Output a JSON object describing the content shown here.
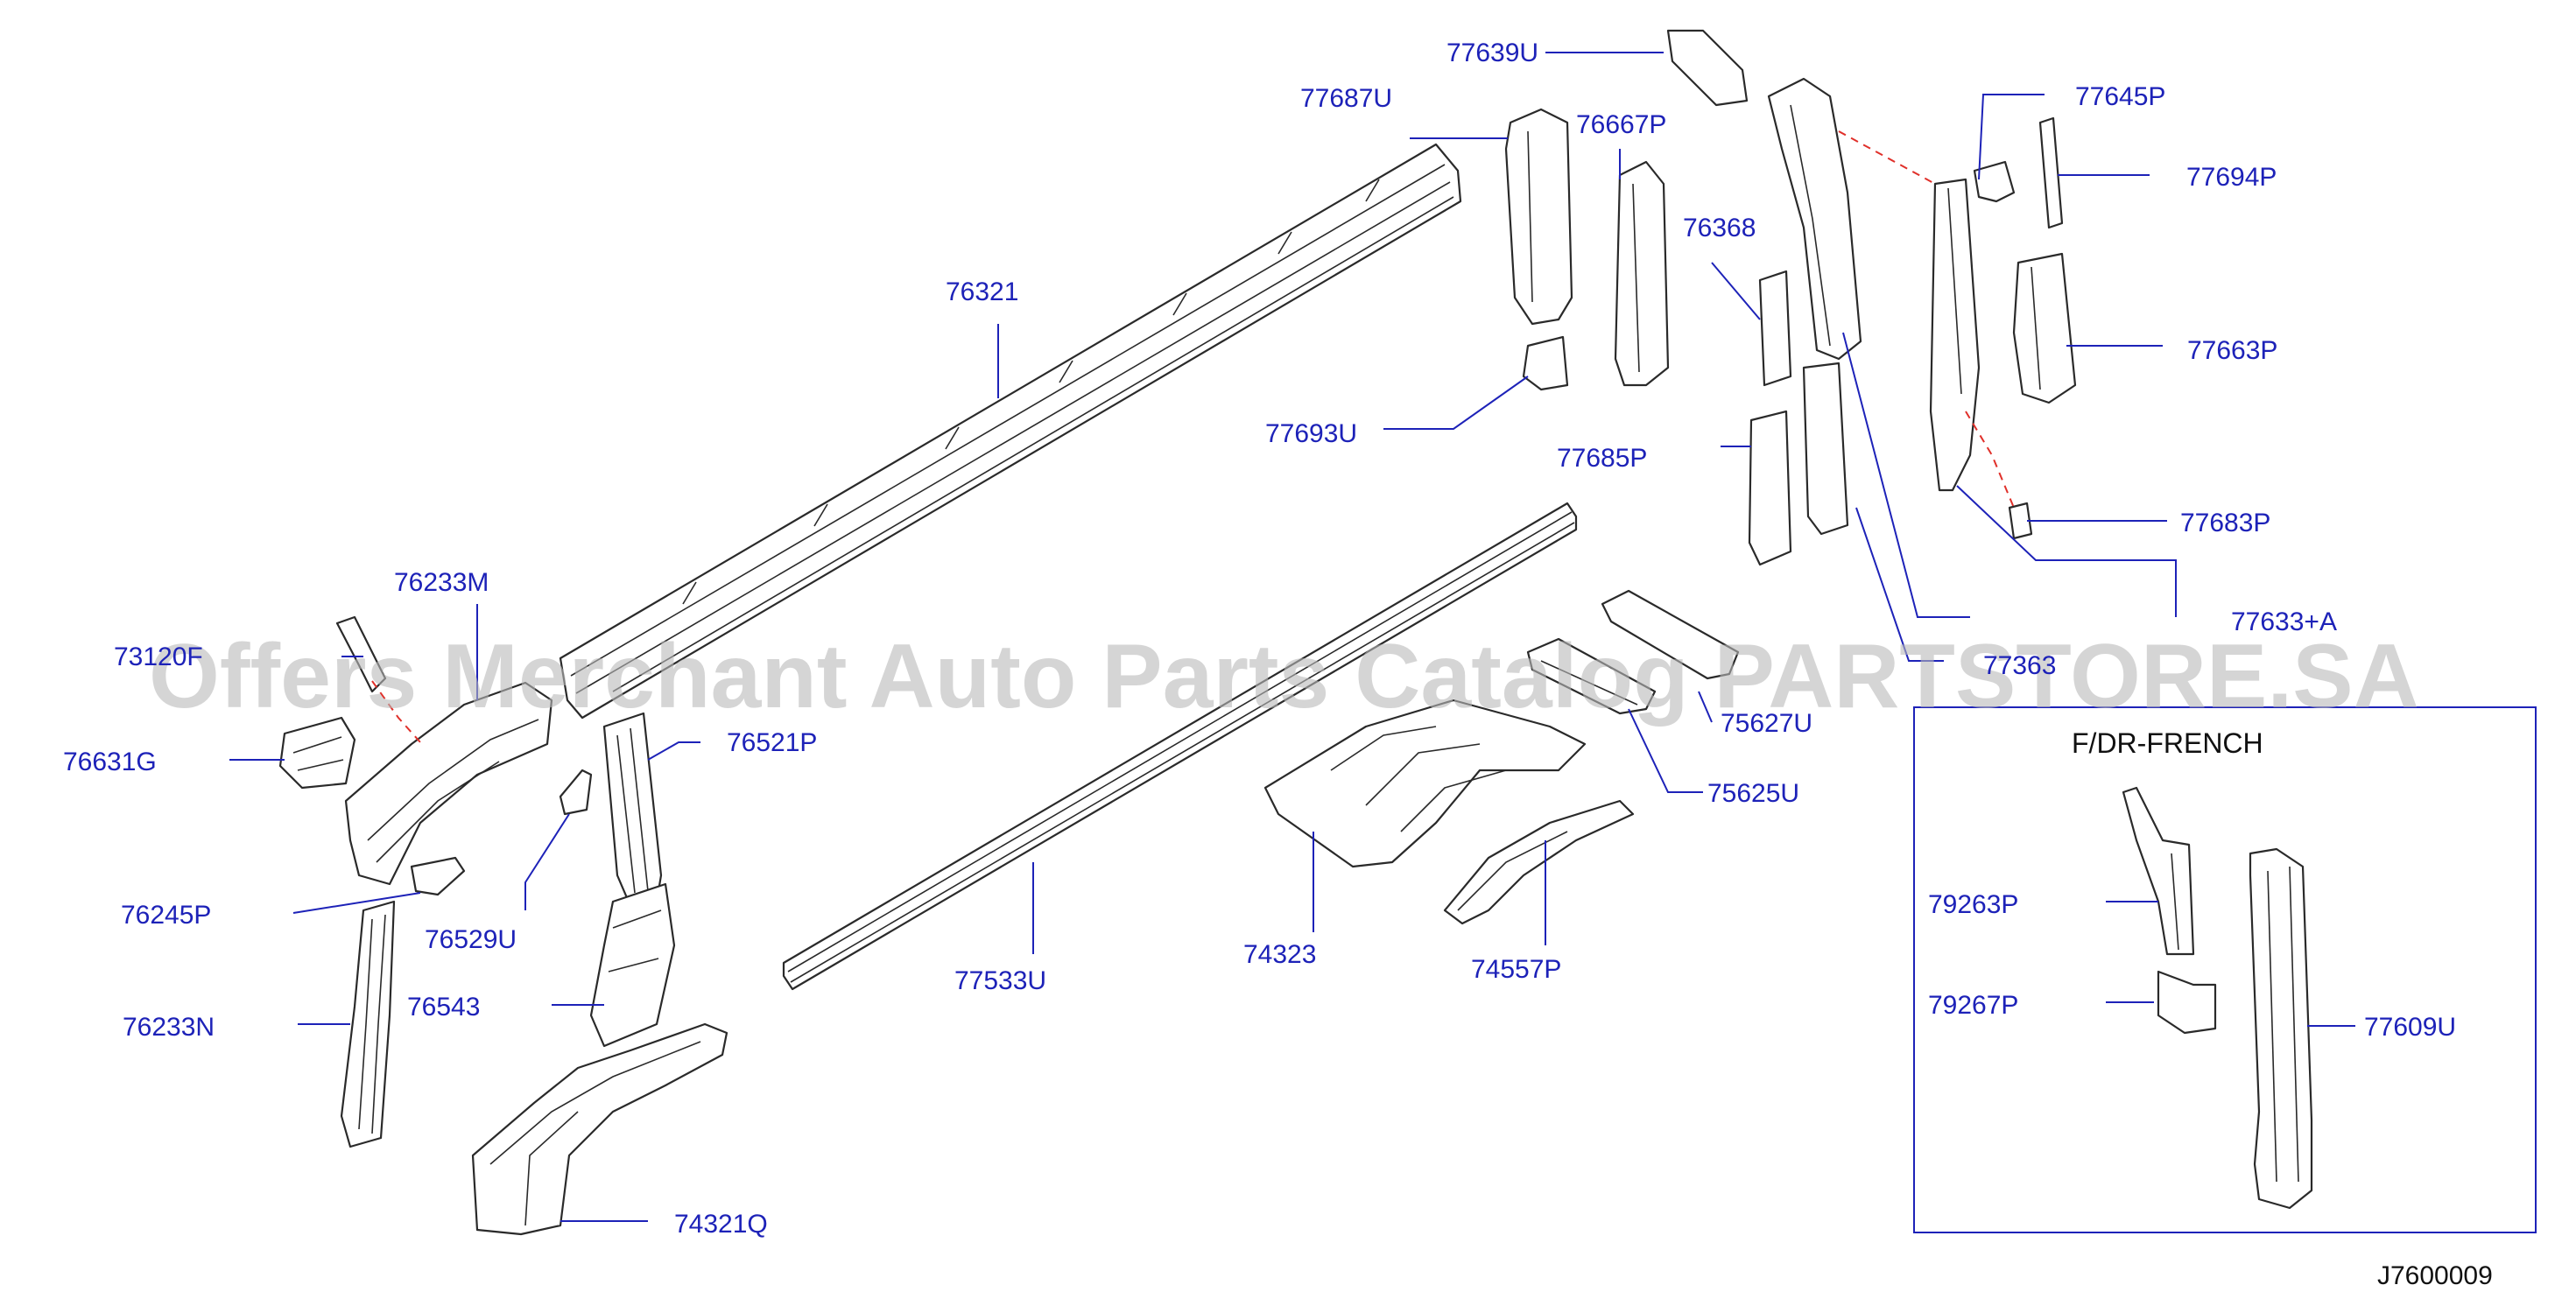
{
  "diagram": {
    "inset_title": "F/DR-FRENCH",
    "diagram_code": "J7600009",
    "watermark": "Offers Merchant Auto Parts Catalog PARTSTORE.SA",
    "colors": {
      "label": "#1d22b8",
      "part_line": "#2a2a2a",
      "dashed_link": "#e0302a",
      "watermark": "#b9b9b9"
    },
    "labels": {
      "p77639U": "77639U",
      "p77687U": "77687U",
      "p76667P": "76667P",
      "p77645P": "77645P",
      "p77694P": "77694P",
      "p76368": "76368",
      "p76321": "76321",
      "p77663P": "77663P",
      "p77693U": "77693U",
      "p77685P": "77685P",
      "p77683P": "77683P",
      "p77633A": "77633+A",
      "p77363": "77363",
      "p76233M": "76233M",
      "p73120": "73120F",
      "p76631G": "76631G",
      "p76521P": "76521P",
      "p75627U": "75627U",
      "p75625U": "75625U",
      "p76245P": "76245P",
      "p76529U": "76529U",
      "p74323": "74323",
      "p74557P": "74557P",
      "p77533U": "77533U",
      "p76233N": "76233N",
      "p76543": "76543",
      "p74321Q": "74321Q",
      "p79263P": "79263P",
      "p79267P": "79267P",
      "p77609U": "77609U"
    }
  }
}
